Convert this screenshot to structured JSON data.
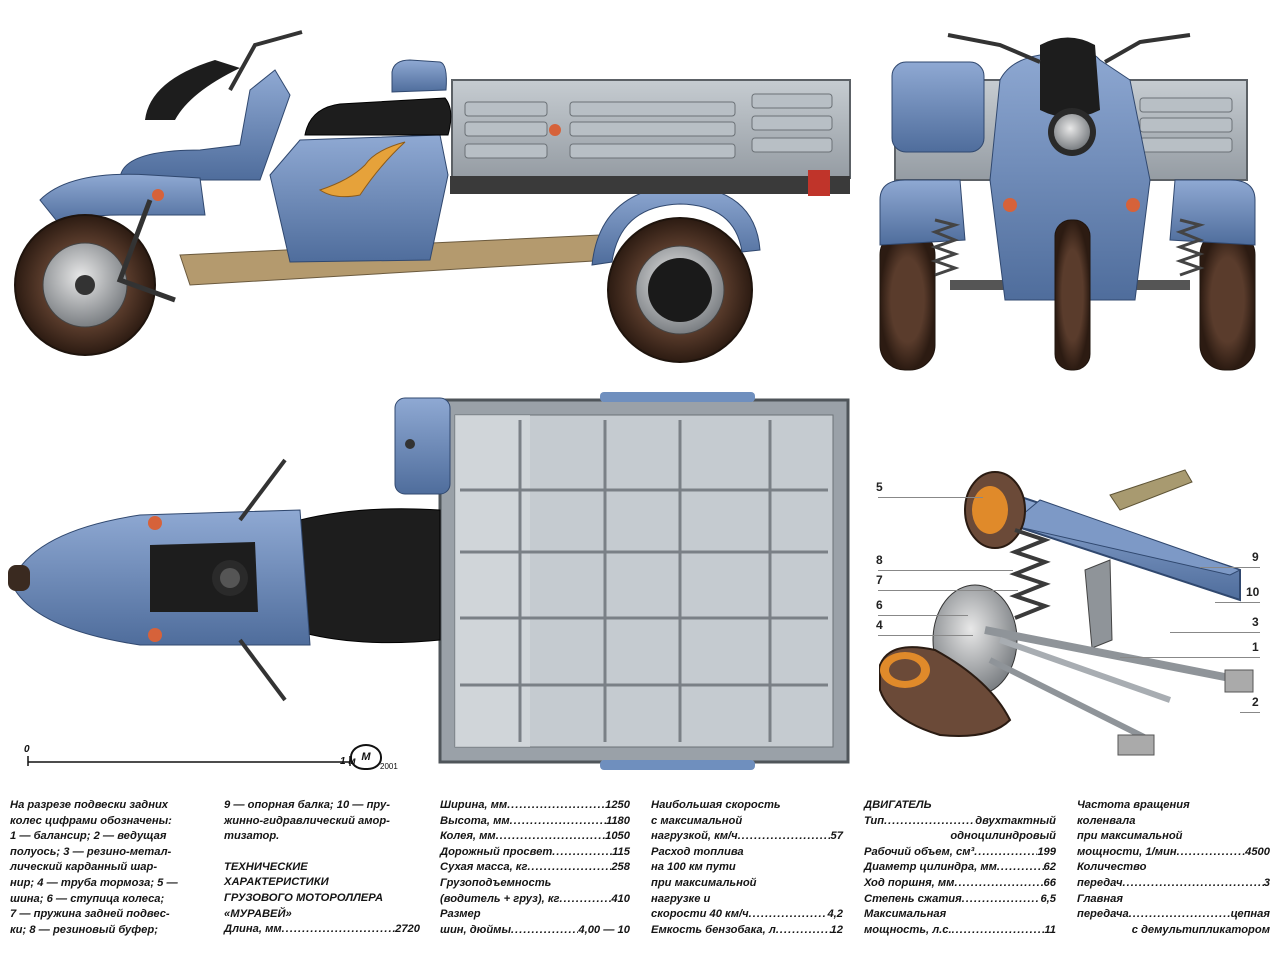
{
  "colors": {
    "body_blue": "#6f8fbe",
    "body_blue_dark": "#4a6795",
    "bed_gray": "#a9b0b6",
    "seat_black": "#1d1d1d",
    "tire_brown": "#4a3226",
    "accent_orange": "#e08a2a"
  },
  "views": {
    "side": "side-view",
    "front": "front-view",
    "top": "top-view",
    "suspension": "rear-suspension-cutaway"
  },
  "scale": {
    "zero": "0",
    "one": "1 м",
    "year": "2001"
  },
  "callouts": {
    "left": [
      "5",
      "8",
      "7",
      "6",
      "4"
    ],
    "right": [
      "9",
      "10",
      "3",
      "1",
      "2"
    ]
  },
  "caption": {
    "col1": [
      "На разрезе подвески задних",
      "колес цифрами обозначены:",
      "1 — балансир; 2 — ведущая",
      "полуось; 3 — резино-метал-",
      "лический карданный шар-",
      "нир; 4 — труба тормоза; 5 —",
      "шина; 6 — ступица колеса;",
      "7 — пружина задней подвес-",
      "ки; 8 — резиновый буфер;"
    ],
    "col2": [
      "9 — опорная балка; 10 — пру-",
      "жинно-гидравлический амор-",
      "тизатор."
    ],
    "tech_heading": [
      "ТЕХНИЧЕСКИЕ",
      "ХАРАКТЕРИСТИКИ",
      "ГРУЗОВОГО МОТОРОЛЛЕРА",
      "«МУРАВЕЙ»"
    ],
    "length": {
      "label": "Длина, мм",
      "value": "2720"
    }
  },
  "specs_col3": [
    {
      "label": "Ширина, мм",
      "value": "1250"
    },
    {
      "label": "Высота, мм",
      "value": "1180"
    },
    {
      "label": "Колея, мм",
      "value": "1050"
    },
    {
      "label": "Дорожный просвет",
      "value": "115"
    },
    {
      "label": "Сухая масса, кг",
      "value": "258"
    }
  ],
  "specs_col3_extra": {
    "payload_line1": "Грузоподъемность",
    "payload_label": "(водитель + груз), кг",
    "payload_value": "410",
    "tire_line1": "Размер",
    "tire_label": "шин, дюймы",
    "tire_value": "4,00 — 10"
  },
  "specs_col4": {
    "speed_lines": [
      "Наибольшая скорость",
      "с максимальной"
    ],
    "speed_label": "нагрузкой, км/ч",
    "speed_value": "57",
    "fuel_lines": [
      "Расход топлива",
      "на 100 км пути",
      "при максимальной",
      "нагрузке и"
    ],
    "fuel_label": "скорости 40 км/ч",
    "fuel_value": "4,2",
    "tank_label": "Емкость бензобака, л",
    "tank_value": "12"
  },
  "specs_col5": {
    "heading": "ДВИГАТЕЛЬ",
    "type_label": "Тип",
    "type_value": "двухтактный",
    "type_value2": "одноцилиндровый",
    "rows": [
      {
        "label": "Рабочий объем, см³",
        "value": "199"
      },
      {
        "label": "Диаметр цилиндра, мм",
        "value": "62"
      },
      {
        "label": "Ход поршня, мм",
        "value": "66"
      },
      {
        "label": "Степень сжатия",
        "value": "6,5"
      }
    ],
    "power_line1": "Максимальная",
    "power_label": "мощность, л.с.",
    "power_value": "11"
  },
  "specs_col6": {
    "rpm_lines": [
      "Частота вращения",
      "коленвала",
      "при максимальной"
    ],
    "rpm_label": "мощности, 1/мин",
    "rpm_value": "4500",
    "gears_line1": "Количество",
    "gears_label": "передач",
    "gears_value": "3",
    "drive_line1": "Главная",
    "drive_label": "передача",
    "drive_value": "цепная",
    "drive_value2": "с демультипликатором"
  }
}
